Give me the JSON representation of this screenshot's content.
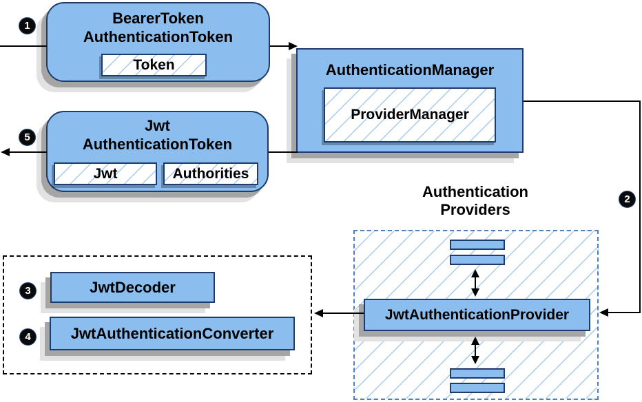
{
  "colors": {
    "node_fill": "#8BBDEE",
    "node_border": "#1B3C6D",
    "hatch_line": "#A6CBEE",
    "providers_dash_border": "#4D7EBF",
    "arrow": "#000000",
    "badge_bg": "#0A0A0A",
    "badge_text": "#FFFFFF",
    "shadow": "#A5A5A5",
    "shadow2": "#E2E2E2"
  },
  "nodes": {
    "bearer_token": {
      "line1": "BearerToken",
      "line2": "AuthenticationToken",
      "chip": "Token"
    },
    "authentication_manager": {
      "title": "AuthenticationManager",
      "chip": "ProviderManager"
    },
    "jwt_authentication_token": {
      "line1": "Jwt",
      "line2": "AuthenticationToken",
      "chip1": "Jwt",
      "chip2": "Authorities"
    },
    "providers_group": {
      "line1": "Authentication",
      "line2": "Providers"
    },
    "jwt_authentication_provider": {
      "title": "JwtAuthenticationProvider"
    },
    "jwt_decoder": {
      "title": "JwtDecoder"
    },
    "jwt_authentication_converter": {
      "title": "JwtAuthenticationConverter"
    }
  },
  "badges": {
    "step1": "1",
    "step2": "2",
    "step3": "3",
    "step4": "4",
    "step5": "5"
  }
}
